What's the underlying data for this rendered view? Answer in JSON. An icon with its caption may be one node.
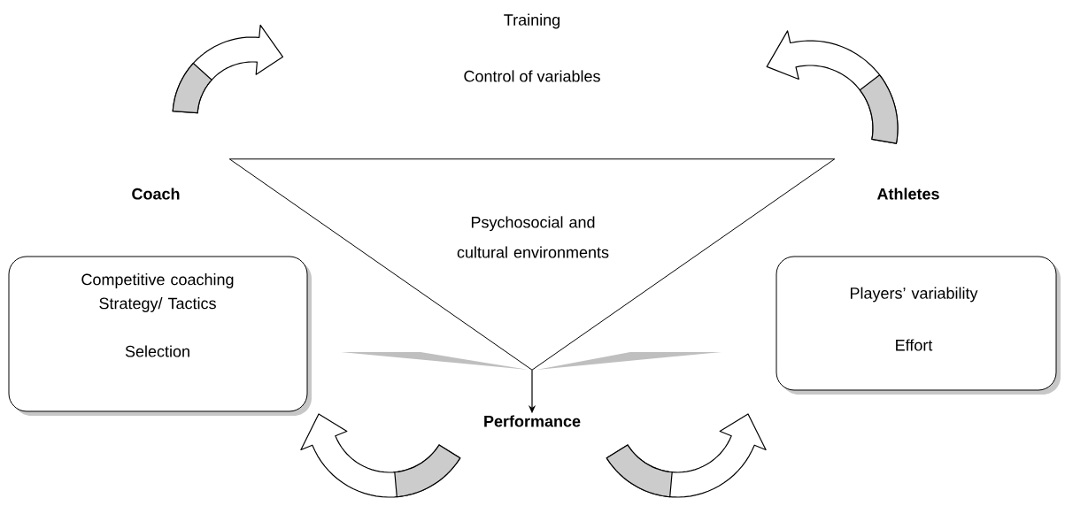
{
  "diagram": {
    "nodes": [
      {
        "text": [
          "Psychosocial and cultural environments"
        ]
      },
      {
        "text": [
          "Competitive coaching Strategy/ Tactics",
          "Selection"
        ]
      },
      {
        "text": [
          "Players’ variability",
          "Effort"
        ]
      },
      {
        "text": [
          "Performance"
        ]
      }
    ],
    "edges": [
      {
        "from": 0,
        "to": 3,
        "arrow": "to"
      }
    ],
    "labels": [
      "Training",
      "Control of variables",
      "Coach",
      "Athletes"
    ]
  }
}
